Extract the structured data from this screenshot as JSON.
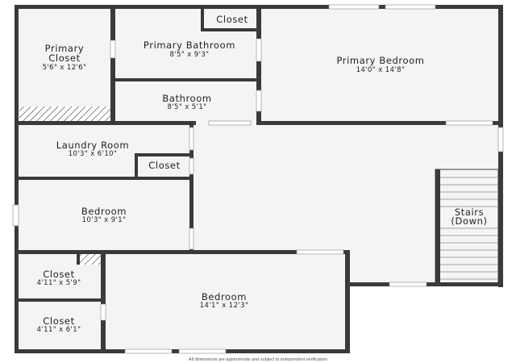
{
  "rooms": {
    "primary_closet": {
      "name_line1": "Primary",
      "name_line2": "Closet",
      "dims": "5'6\" x 12'6\""
    },
    "primary_bathroom": {
      "name": "Primary Bathroom",
      "dims": "8'5\" x 9'3\""
    },
    "closet_top": {
      "name": "Closet"
    },
    "primary_bedroom": {
      "name": "Primary Bedroom",
      "dims": "14'0\" x 14'8\""
    },
    "bathroom": {
      "name": "Bathroom",
      "dims": "8'5\" x 5'1\""
    },
    "laundry_room": {
      "name": "Laundry Room",
      "dims": "10'3\" x 6'10\""
    },
    "closet_mid": {
      "name": "Closet"
    },
    "bedroom_left": {
      "name": "Bedroom",
      "dims": "10'3\" x 9'1\""
    },
    "stairs": {
      "name_line1": "Stairs",
      "name_line2": "(Down)"
    },
    "closet_lower1": {
      "name": "Closet",
      "dims": "4'11\" x 5'9\""
    },
    "closet_lower2": {
      "name": "Closet",
      "dims": "4'11\" x 6'1\""
    },
    "bedroom_bottom": {
      "name": "Bedroom",
      "dims": "14'1\" x 12'3\""
    }
  },
  "disclaimer": "All dimensions are approximate and subject to independent verification",
  "colors": {
    "wall": "#3a3a3a",
    "floor": "#f4f4f4",
    "window": "#ffffff"
  }
}
